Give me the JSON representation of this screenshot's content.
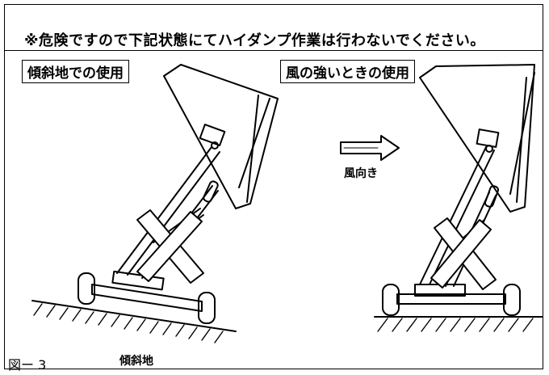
{
  "warning_title": "※危険ですので下記状態にてハイダンプ作業は行わないでください。",
  "panels": {
    "left_label": "傾斜地での使用",
    "right_label": "風の強いときの使用"
  },
  "captions": {
    "slope": "傾斜地",
    "wind_direction": "風向き"
  },
  "figure_number": "図ー 3",
  "icons": {
    "prohibited_mark": "x-cross-icon",
    "wind_arrow": "arrow-right-icon"
  }
}
